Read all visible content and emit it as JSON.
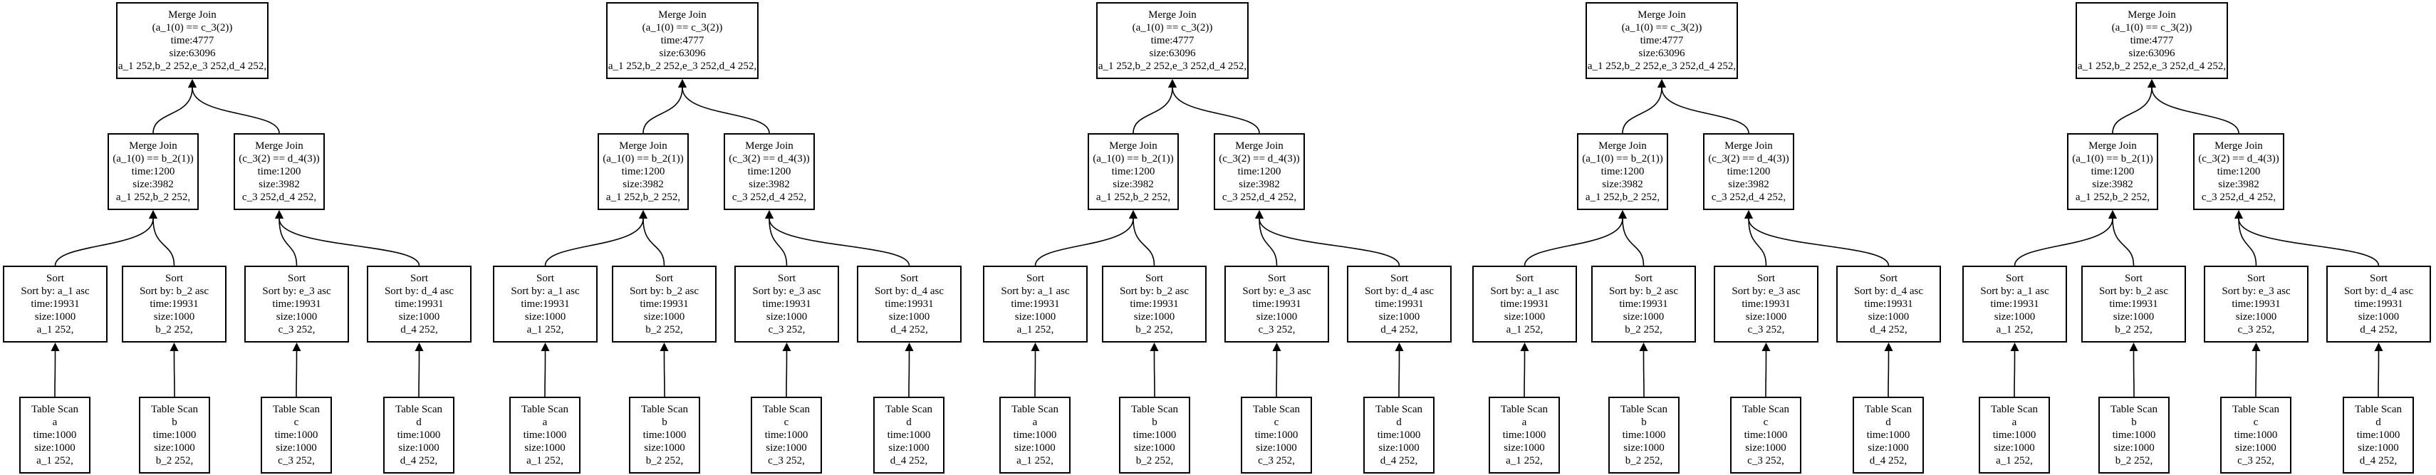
{
  "trees": [
    {
      "root": {
        "lines": [
          "Merge Join",
          "(a_1(0) == c_3(2))",
          "time:4777",
          "size:63096",
          "a_1 252,b_2 252,e_3 252,d_4 252,"
        ]
      },
      "left_join": {
        "lines": [
          "Merge Join",
          "(a_1(0) == b_2(1))",
          "time:1200",
          "size:3982",
          "a_1 252,b_2 252,"
        ]
      },
      "right_join": {
        "lines": [
          "Merge Join",
          "(c_3(2) == d_4(3))",
          "time:1200",
          "size:3982",
          "c_3 252,d_4 252,"
        ]
      },
      "sorts": [
        {
          "lines": [
            "Sort",
            "Sort by: a_1 asc",
            "time:19931",
            "size:1000",
            "a_1 252,"
          ]
        },
        {
          "lines": [
            "Sort",
            "Sort by: b_2 asc",
            "time:19931",
            "size:1000",
            "b_2 252,"
          ]
        },
        {
          "lines": [
            "Sort",
            "Sort by: e_3 asc",
            "time:19931",
            "size:1000",
            "c_3 252,"
          ]
        },
        {
          "lines": [
            "Sort",
            "Sort by: d_4 asc",
            "time:19931",
            "size:1000",
            "d_4 252,"
          ]
        }
      ],
      "scans": [
        {
          "lines": [
            "Table Scan",
            "a",
            "time:1000",
            "size:1000",
            "a_1 252,"
          ]
        },
        {
          "lines": [
            "Table Scan",
            "b",
            "time:1000",
            "size:1000",
            "b_2 252,"
          ]
        },
        {
          "lines": [
            "Table Scan",
            "c",
            "time:1000",
            "size:1000",
            "c_3 252,"
          ]
        },
        {
          "lines": [
            "Table Scan",
            "d",
            "time:1000",
            "size:1000",
            "d_4 252,"
          ]
        }
      ]
    },
    {
      "root": {
        "lines": [
          "Merge Join",
          "(a_1(0) == c_3(2))",
          "time:4777",
          "size:63096",
          "a_1 252,b_2 252,e_3 252,d_4 252,"
        ]
      },
      "left_join": {
        "lines": [
          "Merge Join",
          "(a_1(0) == b_2(1))",
          "time:1200",
          "size:3982",
          "a_1 252,b_2 252,"
        ]
      },
      "right_join": {
        "lines": [
          "Merge Join",
          "(c_3(2) == d_4(3))",
          "time:1200",
          "size:3982",
          "c_3 252,d_4 252,"
        ]
      },
      "sorts": [
        {
          "lines": [
            "Sort",
            "Sort by: a_1 asc",
            "time:19931",
            "size:1000",
            "a_1 252,"
          ]
        },
        {
          "lines": [
            "Sort",
            "Sort by: b_2 asc",
            "time:19931",
            "size:1000",
            "b_2 252,"
          ]
        },
        {
          "lines": [
            "Sort",
            "Sort by: e_3 asc",
            "time:19931",
            "size:1000",
            "c_3 252,"
          ]
        },
        {
          "lines": [
            "Sort",
            "Sort by: d_4 asc",
            "time:19931",
            "size:1000",
            "d_4 252,"
          ]
        }
      ],
      "scans": [
        {
          "lines": [
            "Table Scan",
            "a",
            "time:1000",
            "size:1000",
            "a_1 252,"
          ]
        },
        {
          "lines": [
            "Table Scan",
            "b",
            "time:1000",
            "size:1000",
            "b_2 252,"
          ]
        },
        {
          "lines": [
            "Table Scan",
            "c",
            "time:1000",
            "size:1000",
            "c_3 252,"
          ]
        },
        {
          "lines": [
            "Table Scan",
            "d",
            "time:1000",
            "size:1000",
            "d_4 252,"
          ]
        }
      ]
    },
    {
      "root": {
        "lines": [
          "Merge Join",
          "(a_1(0) == c_3(2))",
          "time:4777",
          "size:63096",
          "a_1 252,b_2 252,e_3 252,d_4 252,"
        ]
      },
      "left_join": {
        "lines": [
          "Merge Join",
          "(a_1(0) == b_2(1))",
          "time:1200",
          "size:3982",
          "a_1 252,b_2 252,"
        ]
      },
      "right_join": {
        "lines": [
          "Merge Join",
          "(c_3(2) == d_4(3))",
          "time:1200",
          "size:3982",
          "c_3 252,d_4 252,"
        ]
      },
      "sorts": [
        {
          "lines": [
            "Sort",
            "Sort by: a_1 asc",
            "time:19931",
            "size:1000",
            "a_1 252,"
          ]
        },
        {
          "lines": [
            "Sort",
            "Sort by: b_2 asc",
            "time:19931",
            "size:1000",
            "b_2 252,"
          ]
        },
        {
          "lines": [
            "Sort",
            "Sort by: e_3 asc",
            "time:19931",
            "size:1000",
            "c_3 252,"
          ]
        },
        {
          "lines": [
            "Sort",
            "Sort by: d_4 asc",
            "time:19931",
            "size:1000",
            "d_4 252,"
          ]
        }
      ],
      "scans": [
        {
          "lines": [
            "Table Scan",
            "a",
            "time:1000",
            "size:1000",
            "a_1 252,"
          ]
        },
        {
          "lines": [
            "Table Scan",
            "b",
            "time:1000",
            "size:1000",
            "b_2 252,"
          ]
        },
        {
          "lines": [
            "Table Scan",
            "c",
            "time:1000",
            "size:1000",
            "c_3 252,"
          ]
        },
        {
          "lines": [
            "Table Scan",
            "d",
            "time:1000",
            "size:1000",
            "d_4 252,"
          ]
        }
      ]
    },
    {
      "root": {
        "lines": [
          "Merge Join",
          "(a_1(0) == c_3(2))",
          "time:4777",
          "size:63096",
          "a_1 252,b_2 252,e_3 252,d_4 252,"
        ]
      },
      "left_join": {
        "lines": [
          "Merge Join",
          "(a_1(0) == b_2(1))",
          "time:1200",
          "size:3982",
          "a_1 252,b_2 252,"
        ]
      },
      "right_join": {
        "lines": [
          "Merge Join",
          "(c_3(2) == d_4(3))",
          "time:1200",
          "size:3982",
          "c_3 252,d_4 252,"
        ]
      },
      "sorts": [
        {
          "lines": [
            "Sort",
            "Sort by: a_1 asc",
            "time:19931",
            "size:1000",
            "a_1 252,"
          ]
        },
        {
          "lines": [
            "Sort",
            "Sort by: b_2 asc",
            "time:19931",
            "size:1000",
            "b_2 252,"
          ]
        },
        {
          "lines": [
            "Sort",
            "Sort by: e_3 asc",
            "time:19931",
            "size:1000",
            "c_3 252,"
          ]
        },
        {
          "lines": [
            "Sort",
            "Sort by: d_4 asc",
            "time:19931",
            "size:1000",
            "d_4 252,"
          ]
        }
      ],
      "scans": [
        {
          "lines": [
            "Table Scan",
            "a",
            "time:1000",
            "size:1000",
            "a_1 252,"
          ]
        },
        {
          "lines": [
            "Table Scan",
            "b",
            "time:1000",
            "size:1000",
            "b_2 252,"
          ]
        },
        {
          "lines": [
            "Table Scan",
            "c",
            "time:1000",
            "size:1000",
            "c_3 252,"
          ]
        },
        {
          "lines": [
            "Table Scan",
            "d",
            "time:1000",
            "size:1000",
            "d_4 252,"
          ]
        }
      ]
    },
    {
      "root": {
        "lines": [
          "Merge Join",
          "(a_1(0) == c_3(2))",
          "time:4777",
          "size:63096",
          "a_1 252,b_2 252,e_3 252,d_4 252,"
        ]
      },
      "left_join": {
        "lines": [
          "Merge Join",
          "(a_1(0) == b_2(1))",
          "time:1200",
          "size:3982",
          "a_1 252,b_2 252,"
        ]
      },
      "right_join": {
        "lines": [
          "Merge Join",
          "(c_3(2) == d_4(3))",
          "time:1200",
          "size:3982",
          "c_3 252,d_4 252,"
        ]
      },
      "sorts": [
        {
          "lines": [
            "Sort",
            "Sort by: a_1 asc",
            "time:19931",
            "size:1000",
            "a_1 252,"
          ]
        },
        {
          "lines": [
            "Sort",
            "Sort by: b_2 asc",
            "time:19931",
            "size:1000",
            "b_2 252,"
          ]
        },
        {
          "lines": [
            "Sort",
            "Sort by: e_3 asc",
            "time:19931",
            "size:1000",
            "c_3 252,"
          ]
        },
        {
          "lines": [
            "Sort",
            "Sort by: d_4 asc",
            "time:19931",
            "size:1000",
            "d_4 252,"
          ]
        }
      ],
      "scans": [
        {
          "lines": [
            "Table Scan",
            "a",
            "time:1000",
            "size:1000",
            "a_1 252,"
          ]
        },
        {
          "lines": [
            "Table Scan",
            "b",
            "time:1000",
            "size:1000",
            "b_2 252,"
          ]
        },
        {
          "lines": [
            "Table Scan",
            "c",
            "time:1000",
            "size:1000",
            "c_3 252,"
          ]
        },
        {
          "lines": [
            "Table Scan",
            "d",
            "time:1000",
            "size:1000",
            "d_4 252,"
          ]
        }
      ]
    }
  ]
}
